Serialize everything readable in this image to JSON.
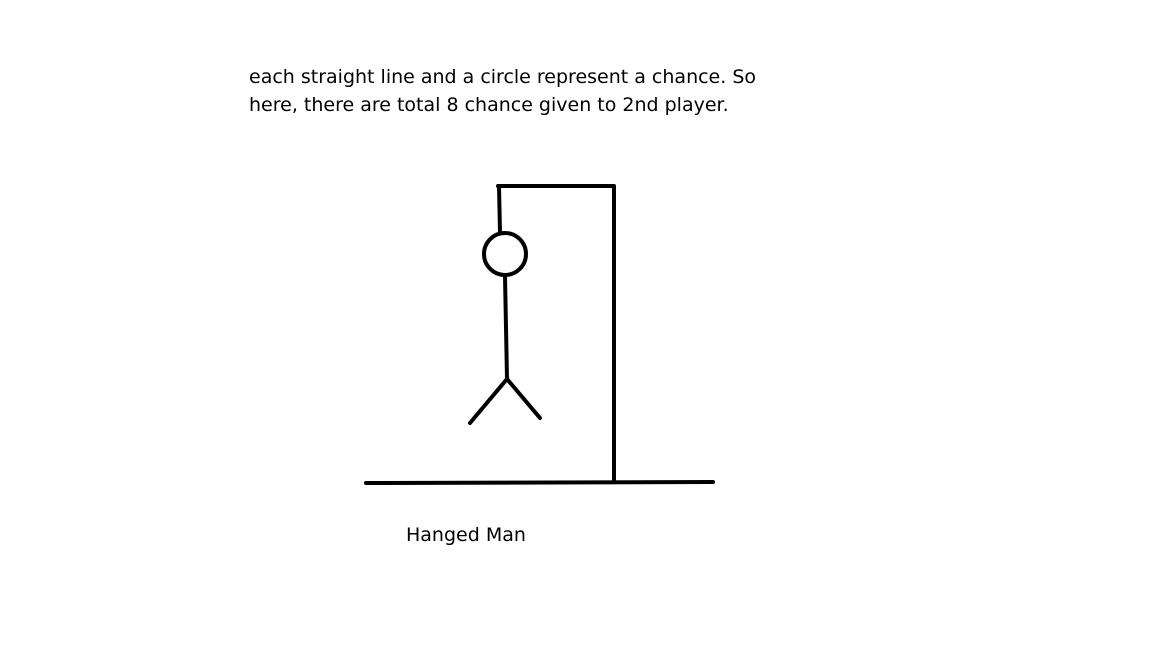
{
  "note": {
    "line1": "each straight line and a circle represent a chance. So",
    "line2": "here, there are total 8 chance given to 2nd player."
  },
  "figure": {
    "label": "Hanged Man"
  }
}
